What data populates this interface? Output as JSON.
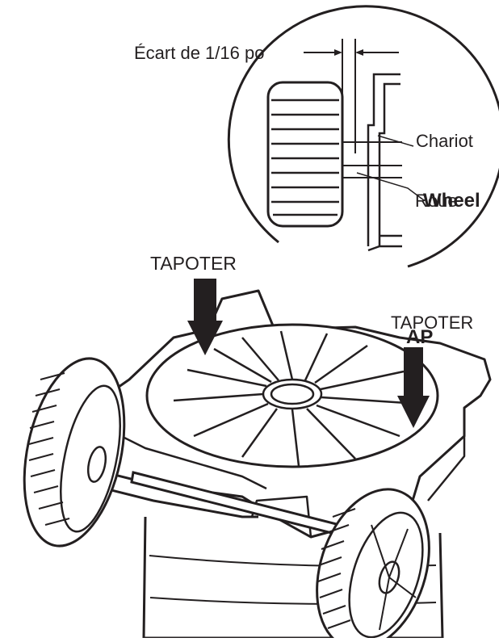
{
  "inset": {
    "gap_label": "Écart de 1/16 po",
    "carriage_label": "Chariot",
    "wheel_label_fr": "Roue",
    "wheel_label_en": "Wheel"
  },
  "main": {
    "tap_label_left": "TAPOTER",
    "tap_label_right": "TAPOTER",
    "tap_label_overlay": "AP"
  },
  "colors": {
    "line": "#231f20",
    "background": "#ffffff"
  }
}
